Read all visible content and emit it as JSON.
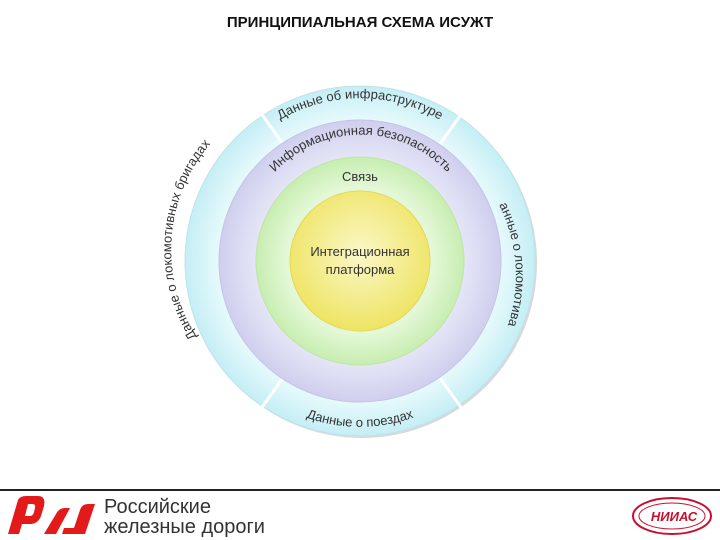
{
  "title": "ПРИНЦИПИАЛЬНАЯ СХЕМА ИСУЖТ",
  "diagram": {
    "core": [
      "Интеграционная",
      "платформа"
    ],
    "ring_communication": "Связь",
    "ring_security": "Информационная безопасность",
    "segment_infrastructure": "Данные об инфраструктуре",
    "segment_brigades": "Данные о локомотивных бригадах",
    "segment_locomotives": "Данные о локомотивах",
    "segment_trains": "Данные о поездах"
  },
  "footer": {
    "company_line1": "Российские",
    "company_line2": "железные дороги",
    "partner_logo": "НИИАС"
  },
  "colors": {
    "outer_ring": "#d3f3f7",
    "security_ring": "#dadaf2",
    "communication_ring": "#d6f3c4",
    "core_fill": "#f4ee82",
    "brand_red": "#e21a1a"
  }
}
